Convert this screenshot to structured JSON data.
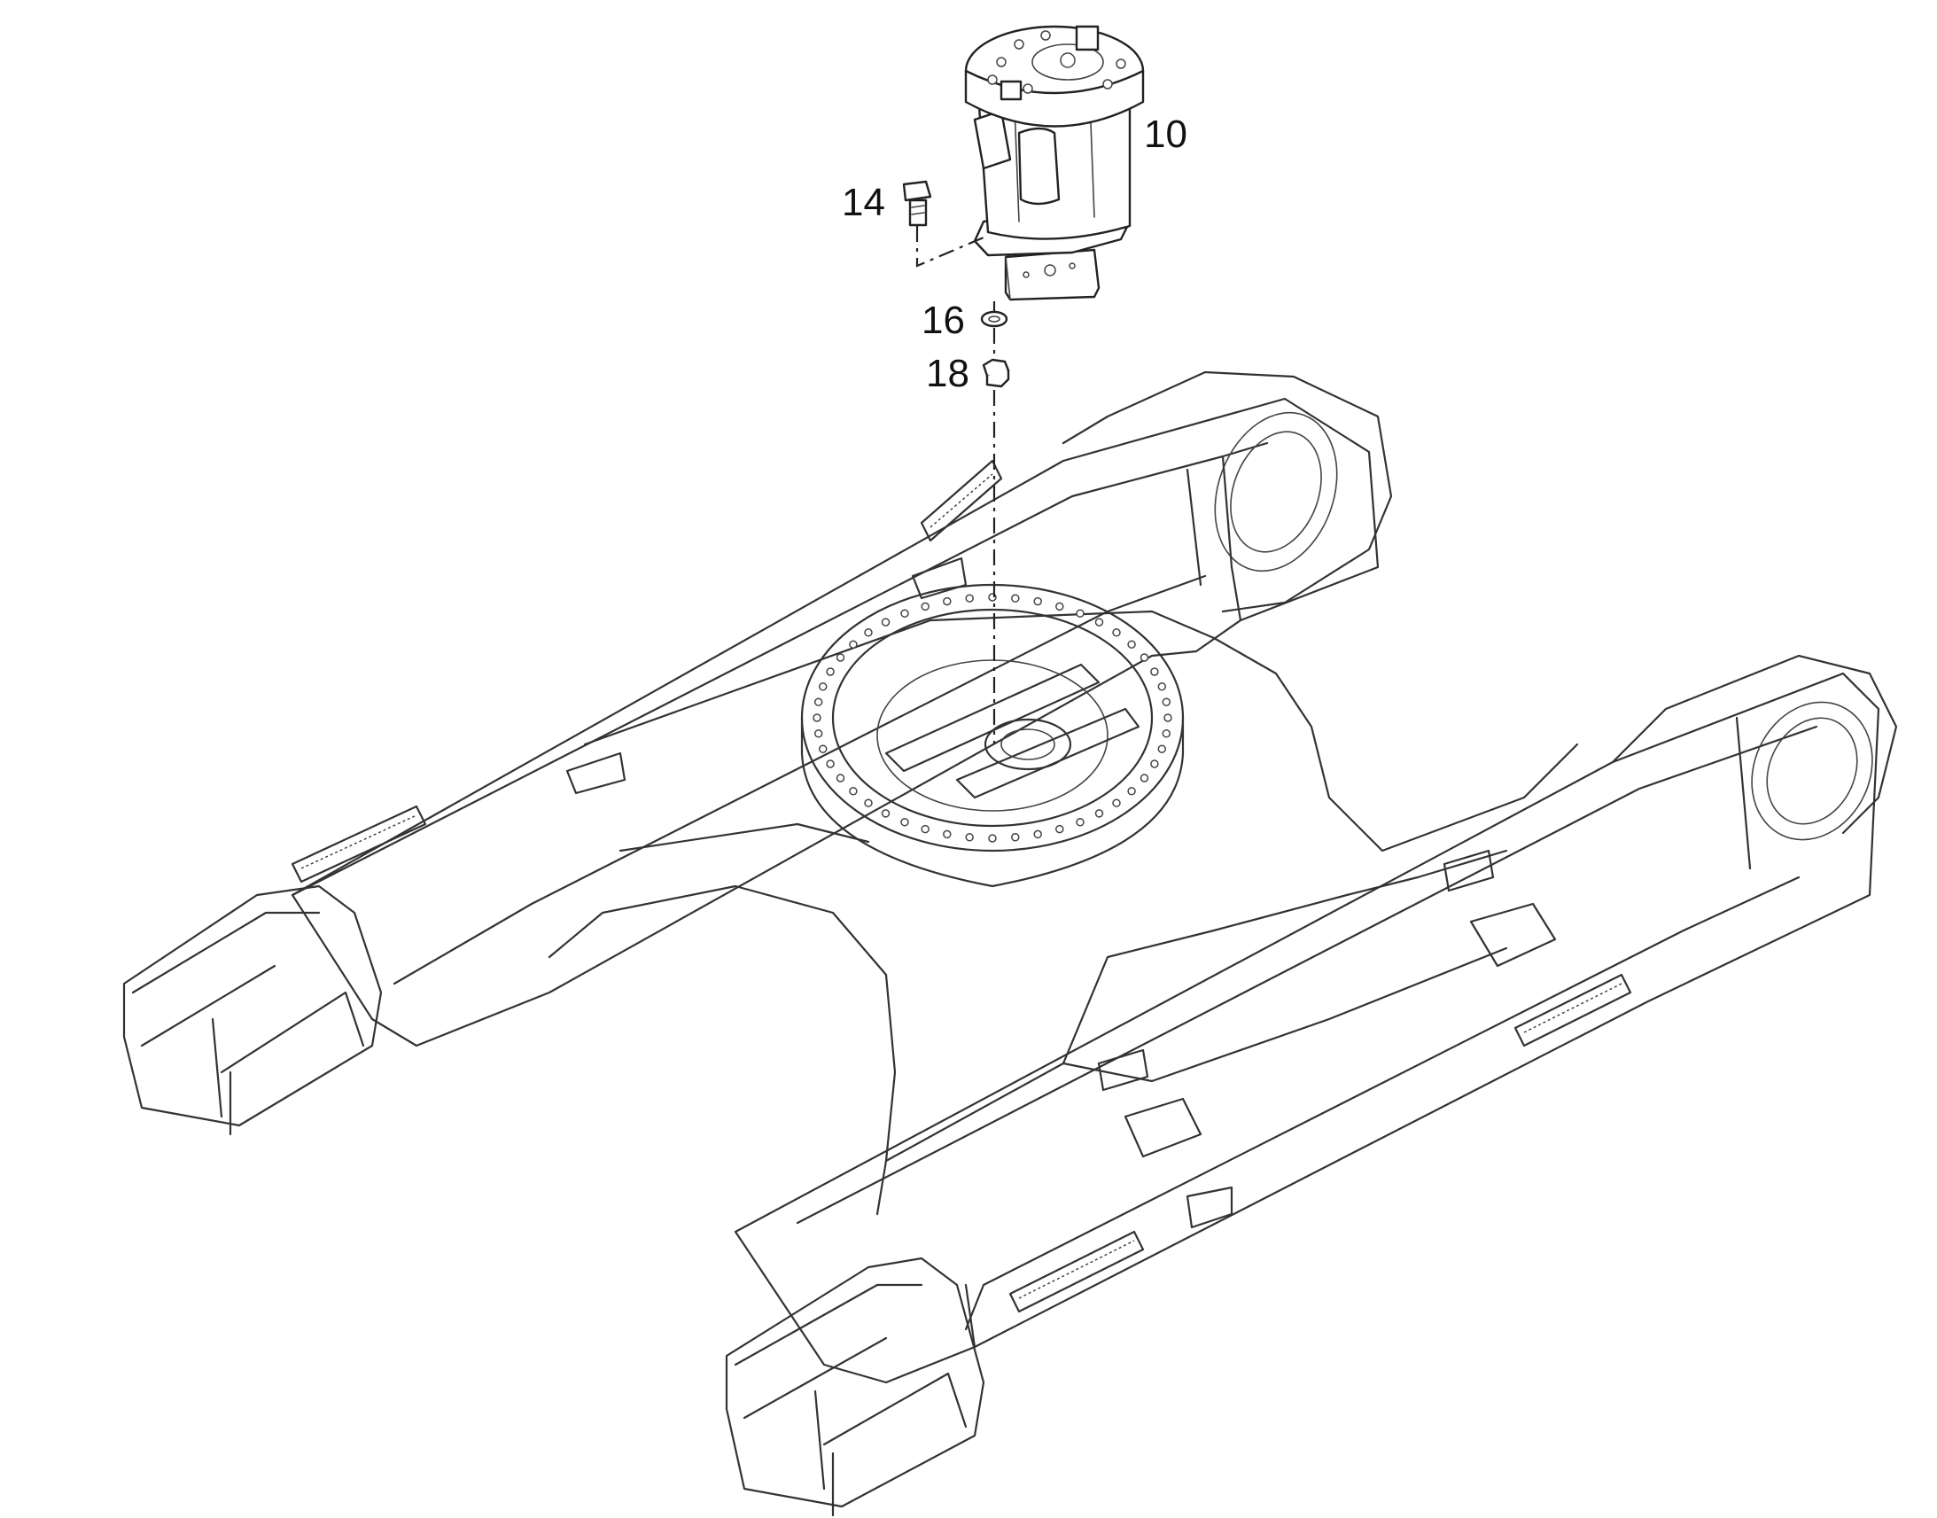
{
  "diagram": {
    "callouts": {
      "swivel_joint": "10",
      "bolt": "14",
      "washer": "16",
      "nut": "18"
    }
  }
}
